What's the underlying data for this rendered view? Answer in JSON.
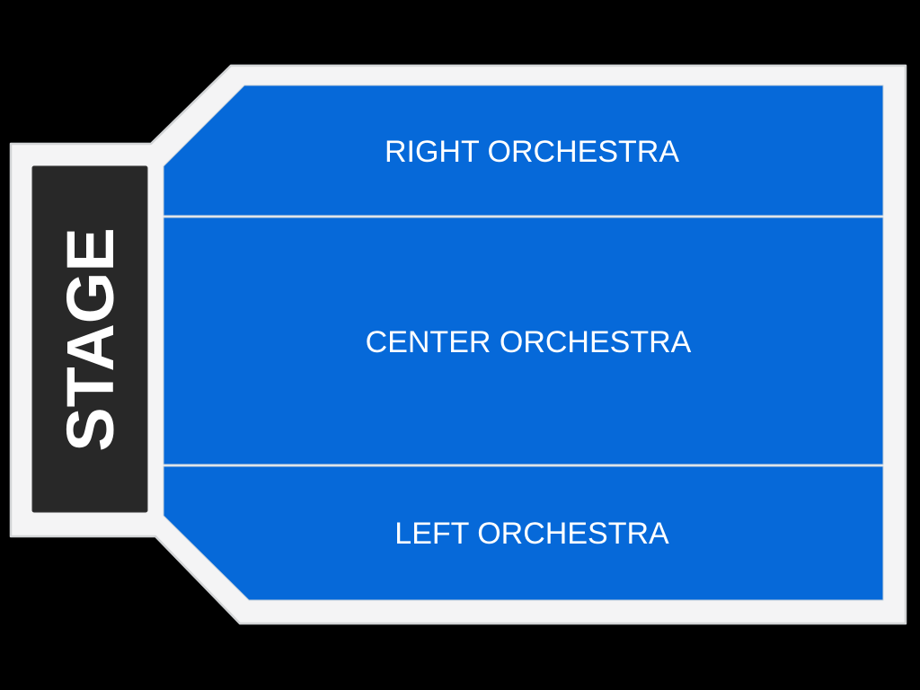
{
  "map": {
    "stage": {
      "label": "STAGE"
    },
    "sections": {
      "right": {
        "label": "RIGHT ORCHESTRA"
      },
      "center": {
        "label": "CENTER ORCHESTRA"
      },
      "left": {
        "label": "LEFT ORCHESTRA"
      }
    }
  },
  "colors": {
    "background": "#000000",
    "frame_fill": "#f4f4f5",
    "frame_outline": "#d2d4d6",
    "section_fill": "#0669d9",
    "section_divider": "#f4f4f5",
    "section_label_color": "#ffffff",
    "stage_fill": "#282828",
    "stage_label_color": "#ffffff"
  }
}
